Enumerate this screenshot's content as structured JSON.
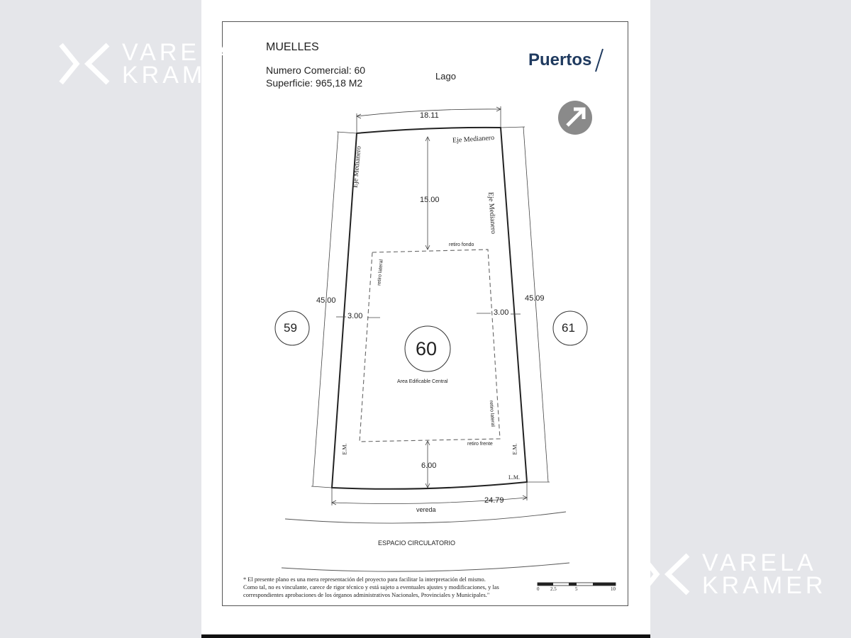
{
  "header": {
    "project": "MUELLES",
    "commercial_number": "Numero Comercial:  60",
    "surface": "Superficie: 965,18 M2",
    "brand": "Puertos",
    "lake_label": "Lago"
  },
  "plot": {
    "number": "60",
    "left_neighbor": "59",
    "right_neighbor": "61",
    "dim_top": "18.11",
    "dim_left": "45.00",
    "dim_right": "45.09",
    "dim_bottom": "24.79",
    "setback_back": "15.00",
    "setback_front": "6.00",
    "setback_left": "3.00",
    "setback_right": "3.00",
    "label_eje_top": "Eje Medianero",
    "label_eje_left": "Eje Medianero",
    "label_eje_right": "Eje Medianero",
    "label_retiro_fondo": "retiro fondo",
    "label_retiro_frente": "retiro frente",
    "label_retiro_lateral_left": "retiro lateral",
    "label_retiro_lateral_right": "retiro lateral",
    "label_area": "Area Edificable Central",
    "label_em_left": "E.M.",
    "label_em_right": "E.M.",
    "label_lm": "L.M."
  },
  "street": {
    "sidewalk": "vereda",
    "circulation": "ESPACIO CIRCULATORIO"
  },
  "disclaimer": {
    "line1": "* El presente plano es una mera representación del proyecto para facilitar la interpretación del mismo.",
    "line2": "Como tal, no es vinculante, carece de rigor técnico y está sujeto a eventuales ajustes y modificaciones, y las",
    "line3": "correspondientes aprobaciones de los órganos administrativos Nacionales, Provinciales y Municipales.\""
  },
  "scale": {
    "t0": "0",
    "t1": "2.5",
    "t2": "5",
    "t3": "10"
  },
  "watermark": {
    "line1": "VARELA",
    "line2": "KRAMER"
  },
  "icons": {
    "north": "north-arrow-icon",
    "logo": "varela-kramer-logo-icon",
    "brand_slash": "slash-icon"
  },
  "colors": {
    "brand": "#1f3a5f",
    "line": "#222222",
    "watermark": "#ffffff"
  }
}
